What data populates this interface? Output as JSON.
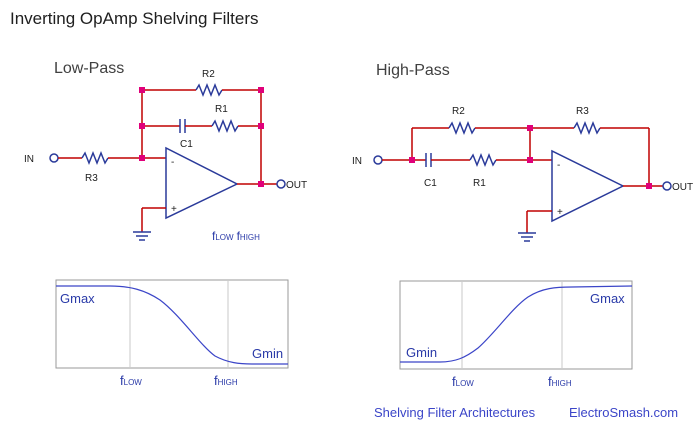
{
  "title": "Inverting OpAmp Shelving Filters",
  "low_pass": {
    "title": "Low-Pass",
    "in_label": "IN",
    "out_label": "OUT",
    "r_in": "R3",
    "r_fb": "R2",
    "r_series": "R1",
    "cap": "C1",
    "minus": "-",
    "plus": "+",
    "corner_note_low": "f",
    "corner_note_low_sub": "LOW",
    "corner_note_high": "f",
    "corner_note_high_sub": "HIGH",
    "gmax": "Gmax",
    "gmin": "Gmin",
    "f_low": "f",
    "f_low_sub": "LOW",
    "f_high": "f",
    "f_high_sub": "HIGH"
  },
  "high_pass": {
    "title": "High-Pass",
    "in_label": "IN",
    "out_label": "OUT",
    "r_top_left": "R2",
    "r_top_right": "R3",
    "r_series": "R1",
    "cap": "C1",
    "minus": "-",
    "plus": "+",
    "gmax": "Gmax",
    "gmin": "Gmin",
    "f_low": "f",
    "f_low_sub": "LOW",
    "f_high": "f",
    "f_high_sub": "HIGH"
  },
  "footer": {
    "caption": "Shelving Filter Architectures",
    "site": "ElectroSmash.com"
  },
  "colors": {
    "wire": "#c00000",
    "component": "#2a3a9a",
    "node": "#e0007a",
    "curve": "#3b45c8",
    "text_blue": "#3b45c8"
  }
}
